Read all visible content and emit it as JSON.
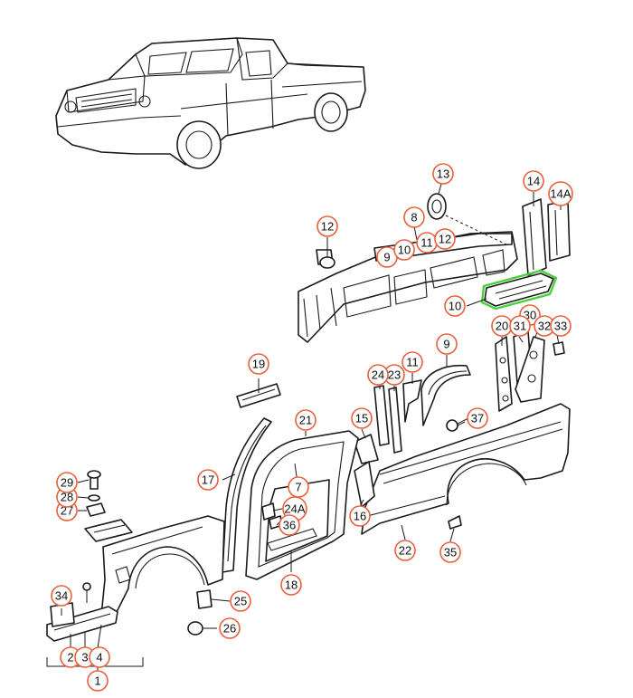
{
  "diagram": {
    "colors": {
      "line": "#1a1a1a",
      "callout_ring": "#e8603c",
      "highlight": "#46d23c"
    },
    "highlighted_part": "10",
    "callouts": [
      {
        "id": "c1",
        "label": "1"
      },
      {
        "id": "c2",
        "label": "2"
      },
      {
        "id": "c3",
        "label": "3"
      },
      {
        "id": "c4",
        "label": "4"
      },
      {
        "id": "c7",
        "label": "7"
      },
      {
        "id": "c8",
        "label": "8"
      },
      {
        "id": "c9a",
        "label": "9"
      },
      {
        "id": "c9b",
        "label": "9"
      },
      {
        "id": "c10a",
        "label": "10"
      },
      {
        "id": "c10b",
        "label": "10"
      },
      {
        "id": "c11a",
        "label": "11"
      },
      {
        "id": "c11b",
        "label": "11"
      },
      {
        "id": "c12a",
        "label": "12"
      },
      {
        "id": "c12b",
        "label": "12"
      },
      {
        "id": "c13",
        "label": "13"
      },
      {
        "id": "c14",
        "label": "14"
      },
      {
        "id": "c14a",
        "label": "14A"
      },
      {
        "id": "c15",
        "label": "15"
      },
      {
        "id": "c16",
        "label": "16"
      },
      {
        "id": "c17",
        "label": "17"
      },
      {
        "id": "c18",
        "label": "18"
      },
      {
        "id": "c19",
        "label": "19"
      },
      {
        "id": "c20",
        "label": "20"
      },
      {
        "id": "c21",
        "label": "21"
      },
      {
        "id": "c22",
        "label": "22"
      },
      {
        "id": "c23",
        "label": "23"
      },
      {
        "id": "c24",
        "label": "24"
      },
      {
        "id": "c24a",
        "label": "24A"
      },
      {
        "id": "c25",
        "label": "25"
      },
      {
        "id": "c26",
        "label": "26"
      },
      {
        "id": "c27",
        "label": "27"
      },
      {
        "id": "c28",
        "label": "28"
      },
      {
        "id": "c29",
        "label": "29"
      },
      {
        "id": "c30",
        "label": "30"
      },
      {
        "id": "c31",
        "label": "31"
      },
      {
        "id": "c32",
        "label": "32"
      },
      {
        "id": "c33",
        "label": "33"
      },
      {
        "id": "c34",
        "label": "34"
      },
      {
        "id": "c35",
        "label": "35"
      },
      {
        "id": "c36",
        "label": "36"
      },
      {
        "id": "c37",
        "label": "37"
      }
    ]
  }
}
